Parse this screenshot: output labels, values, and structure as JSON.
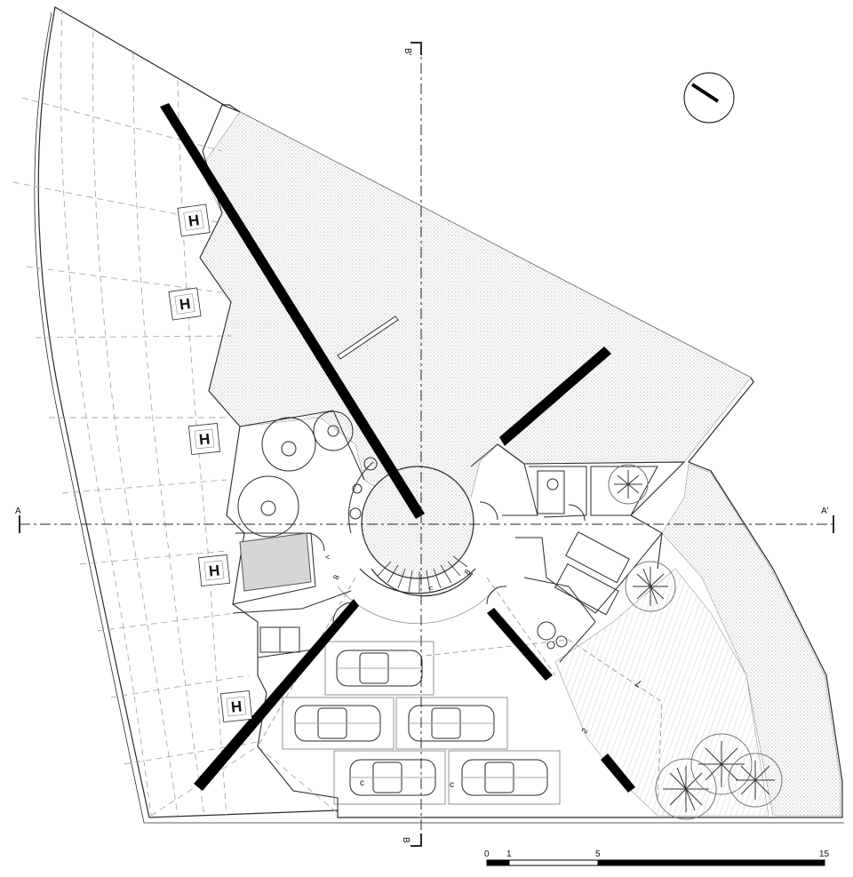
{
  "section_marks": {
    "a_left": "A",
    "a_right": "A'",
    "b_top": "B'",
    "b_bottom": "B"
  },
  "helipad_markers": [
    "H",
    "H",
    "H",
    "H",
    "H"
  ],
  "stair_labels": [
    "8",
    "8",
    "<",
    "<"
  ],
  "ramp_labels": [
    "7",
    "2"
  ],
  "car_marks": [
    "c",
    "c"
  ],
  "scale_bar": {
    "ticks": [
      "0",
      "1",
      "5",
      "15"
    ]
  },
  "colors": {
    "line": "#2a2a2a",
    "wall_fill": "#000000",
    "hatch": "#c9c9c9",
    "paper": "#ffffff"
  },
  "north_arrow_icon": "north-arrow-icon"
}
